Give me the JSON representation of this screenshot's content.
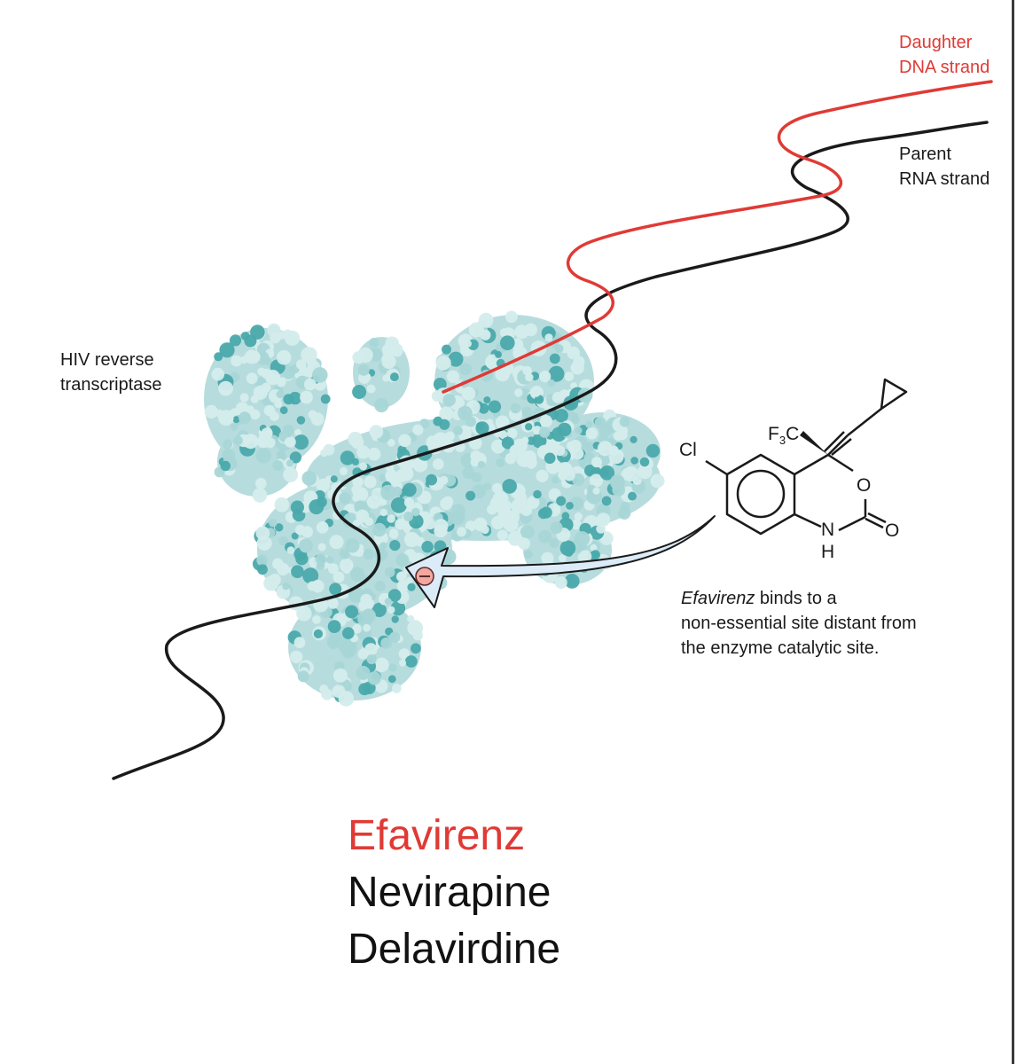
{
  "labels": {
    "daughter_line1": "Daughter",
    "daughter_line2": "DNA strand",
    "parent_line1": "Parent",
    "parent_line2": "RNA strand",
    "enzyme_line1": "HIV reverse",
    "enzyme_line2": "transcriptase"
  },
  "molecule": {
    "cl": "Cl",
    "cf3_prefix": "F",
    "cf3_sub": "3",
    "cf3_suffix": "C",
    "o_ring": "O",
    "n": "N",
    "h": "H",
    "o_carbonyl": "O"
  },
  "caption": {
    "drug_name": "Efavirenz",
    "line1_rest": " binds to a",
    "line2": "non-essential site distant from",
    "line3": "the enzyme catalytic site."
  },
  "drugs": {
    "efavirenz": "Efavirenz",
    "nevirapine": "Nevirapine",
    "delavirdine": "Delavirdine"
  },
  "colors": {
    "daughter_strand": "#e03a35",
    "parent_strand": "#1a1a1a",
    "enzyme_light": "#d4ecec",
    "enzyme_dark": "#4aa9ab",
    "arrow_fill": "#dcebf8",
    "inhibition_badge": "#f2a7a0"
  }
}
